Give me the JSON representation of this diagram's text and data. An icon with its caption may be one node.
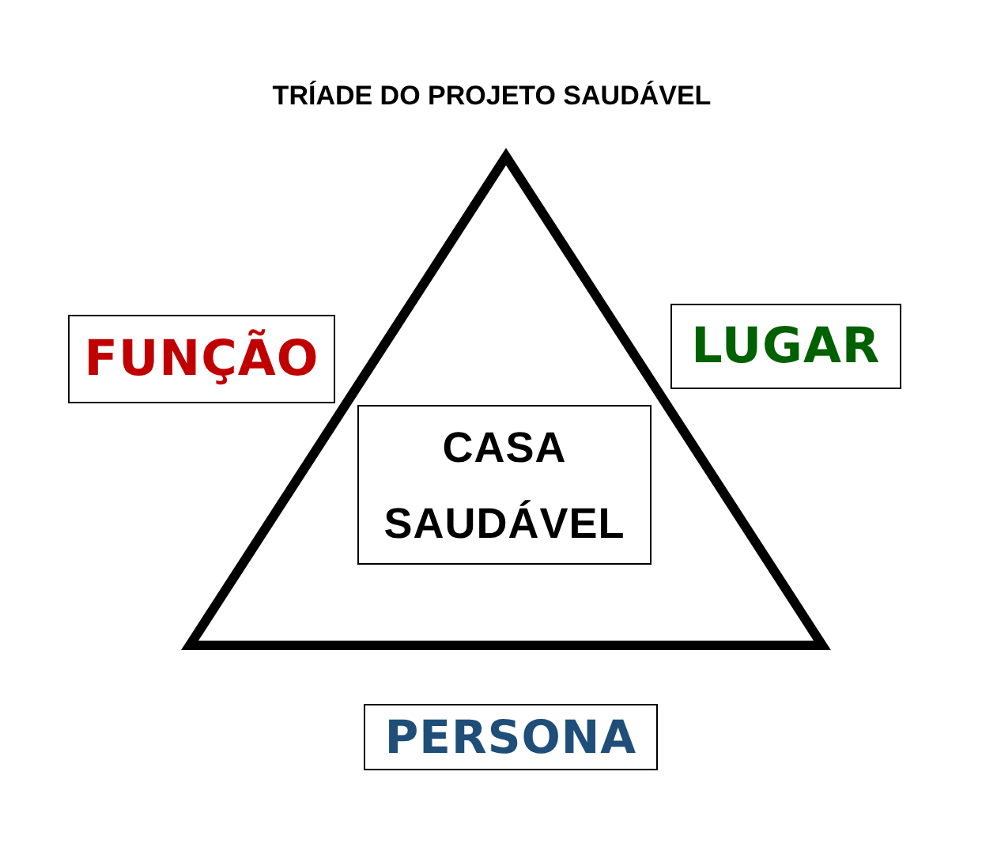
{
  "diagram": {
    "title": "TRÍADE DO PROJETO SAUDÁVEL",
    "nodes": [
      {
        "text": [],
        "shape": "triangle"
      },
      {
        "text": [
          "CASA SAUDÁVEL"
        ],
        "in": 0
      },
      {
        "text": [
          "FUNÇÃO"
        ]
      },
      {
        "text": [
          "LUGAR"
        ]
      },
      {
        "text": [
          "PERSONA"
        ]
      }
    ]
  }
}
